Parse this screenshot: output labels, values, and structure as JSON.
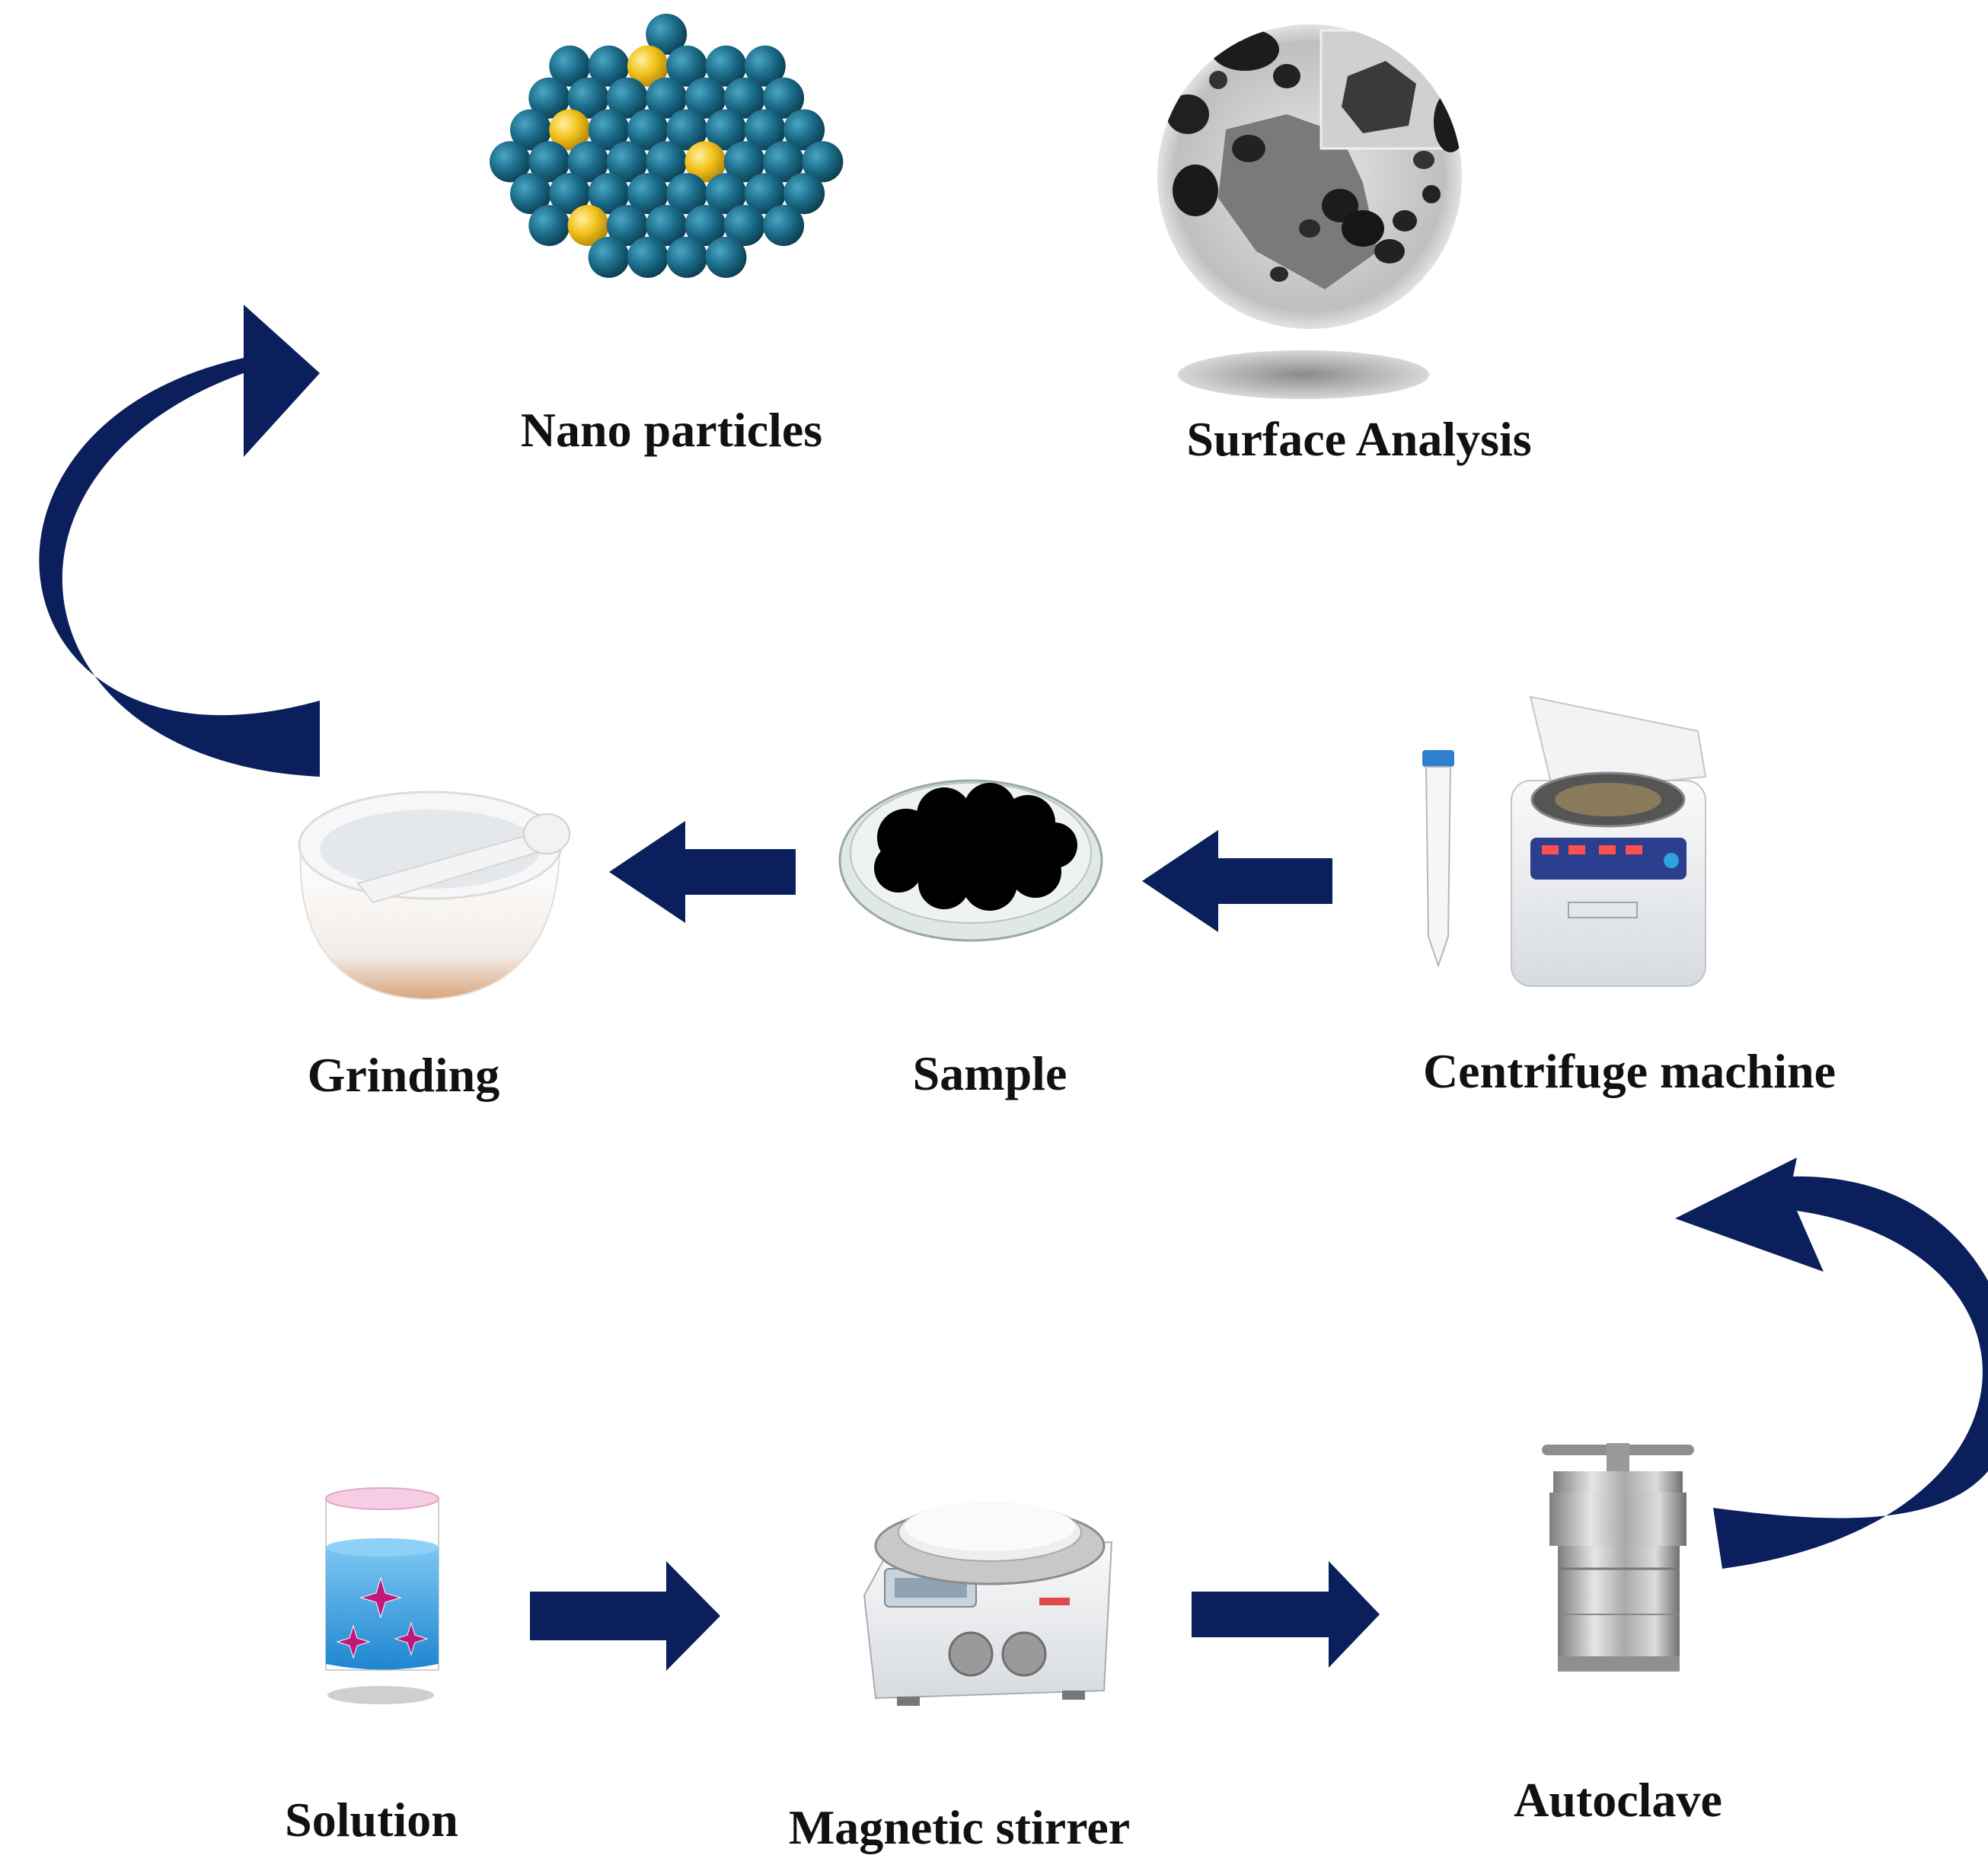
{
  "colors": {
    "arrow": "#0b1f5c",
    "particle_blue": "#1a6a87",
    "particle_gold": "#f2c21b",
    "liquid": "#3aa0e0",
    "sparkle": "#c2187a",
    "sample_black": "#000000",
    "steel": "#b7b7b7"
  },
  "steps": {
    "nano_particles": {
      "label": "Nano particles",
      "icon": "nanoparticle-cluster-icon"
    },
    "surface_analysis": {
      "label": "Surface Analysis",
      "icon": "tem-micrograph-icon"
    },
    "grinding": {
      "label": "Grinding",
      "icon": "mortar-pestle-icon"
    },
    "sample": {
      "label": "Sample",
      "icon": "petri-dish-icon"
    },
    "centrifuge": {
      "label": "Centrifuge machine",
      "icon": "centrifuge-icon"
    },
    "solution": {
      "label": "Solution",
      "icon": "beaker-icon"
    },
    "magnetic_stirrer": {
      "label": "Magnetic stirrer",
      "icon": "hotplate-stirrer-icon"
    },
    "autoclave": {
      "label": "Autoclave",
      "icon": "autoclave-icon"
    }
  }
}
